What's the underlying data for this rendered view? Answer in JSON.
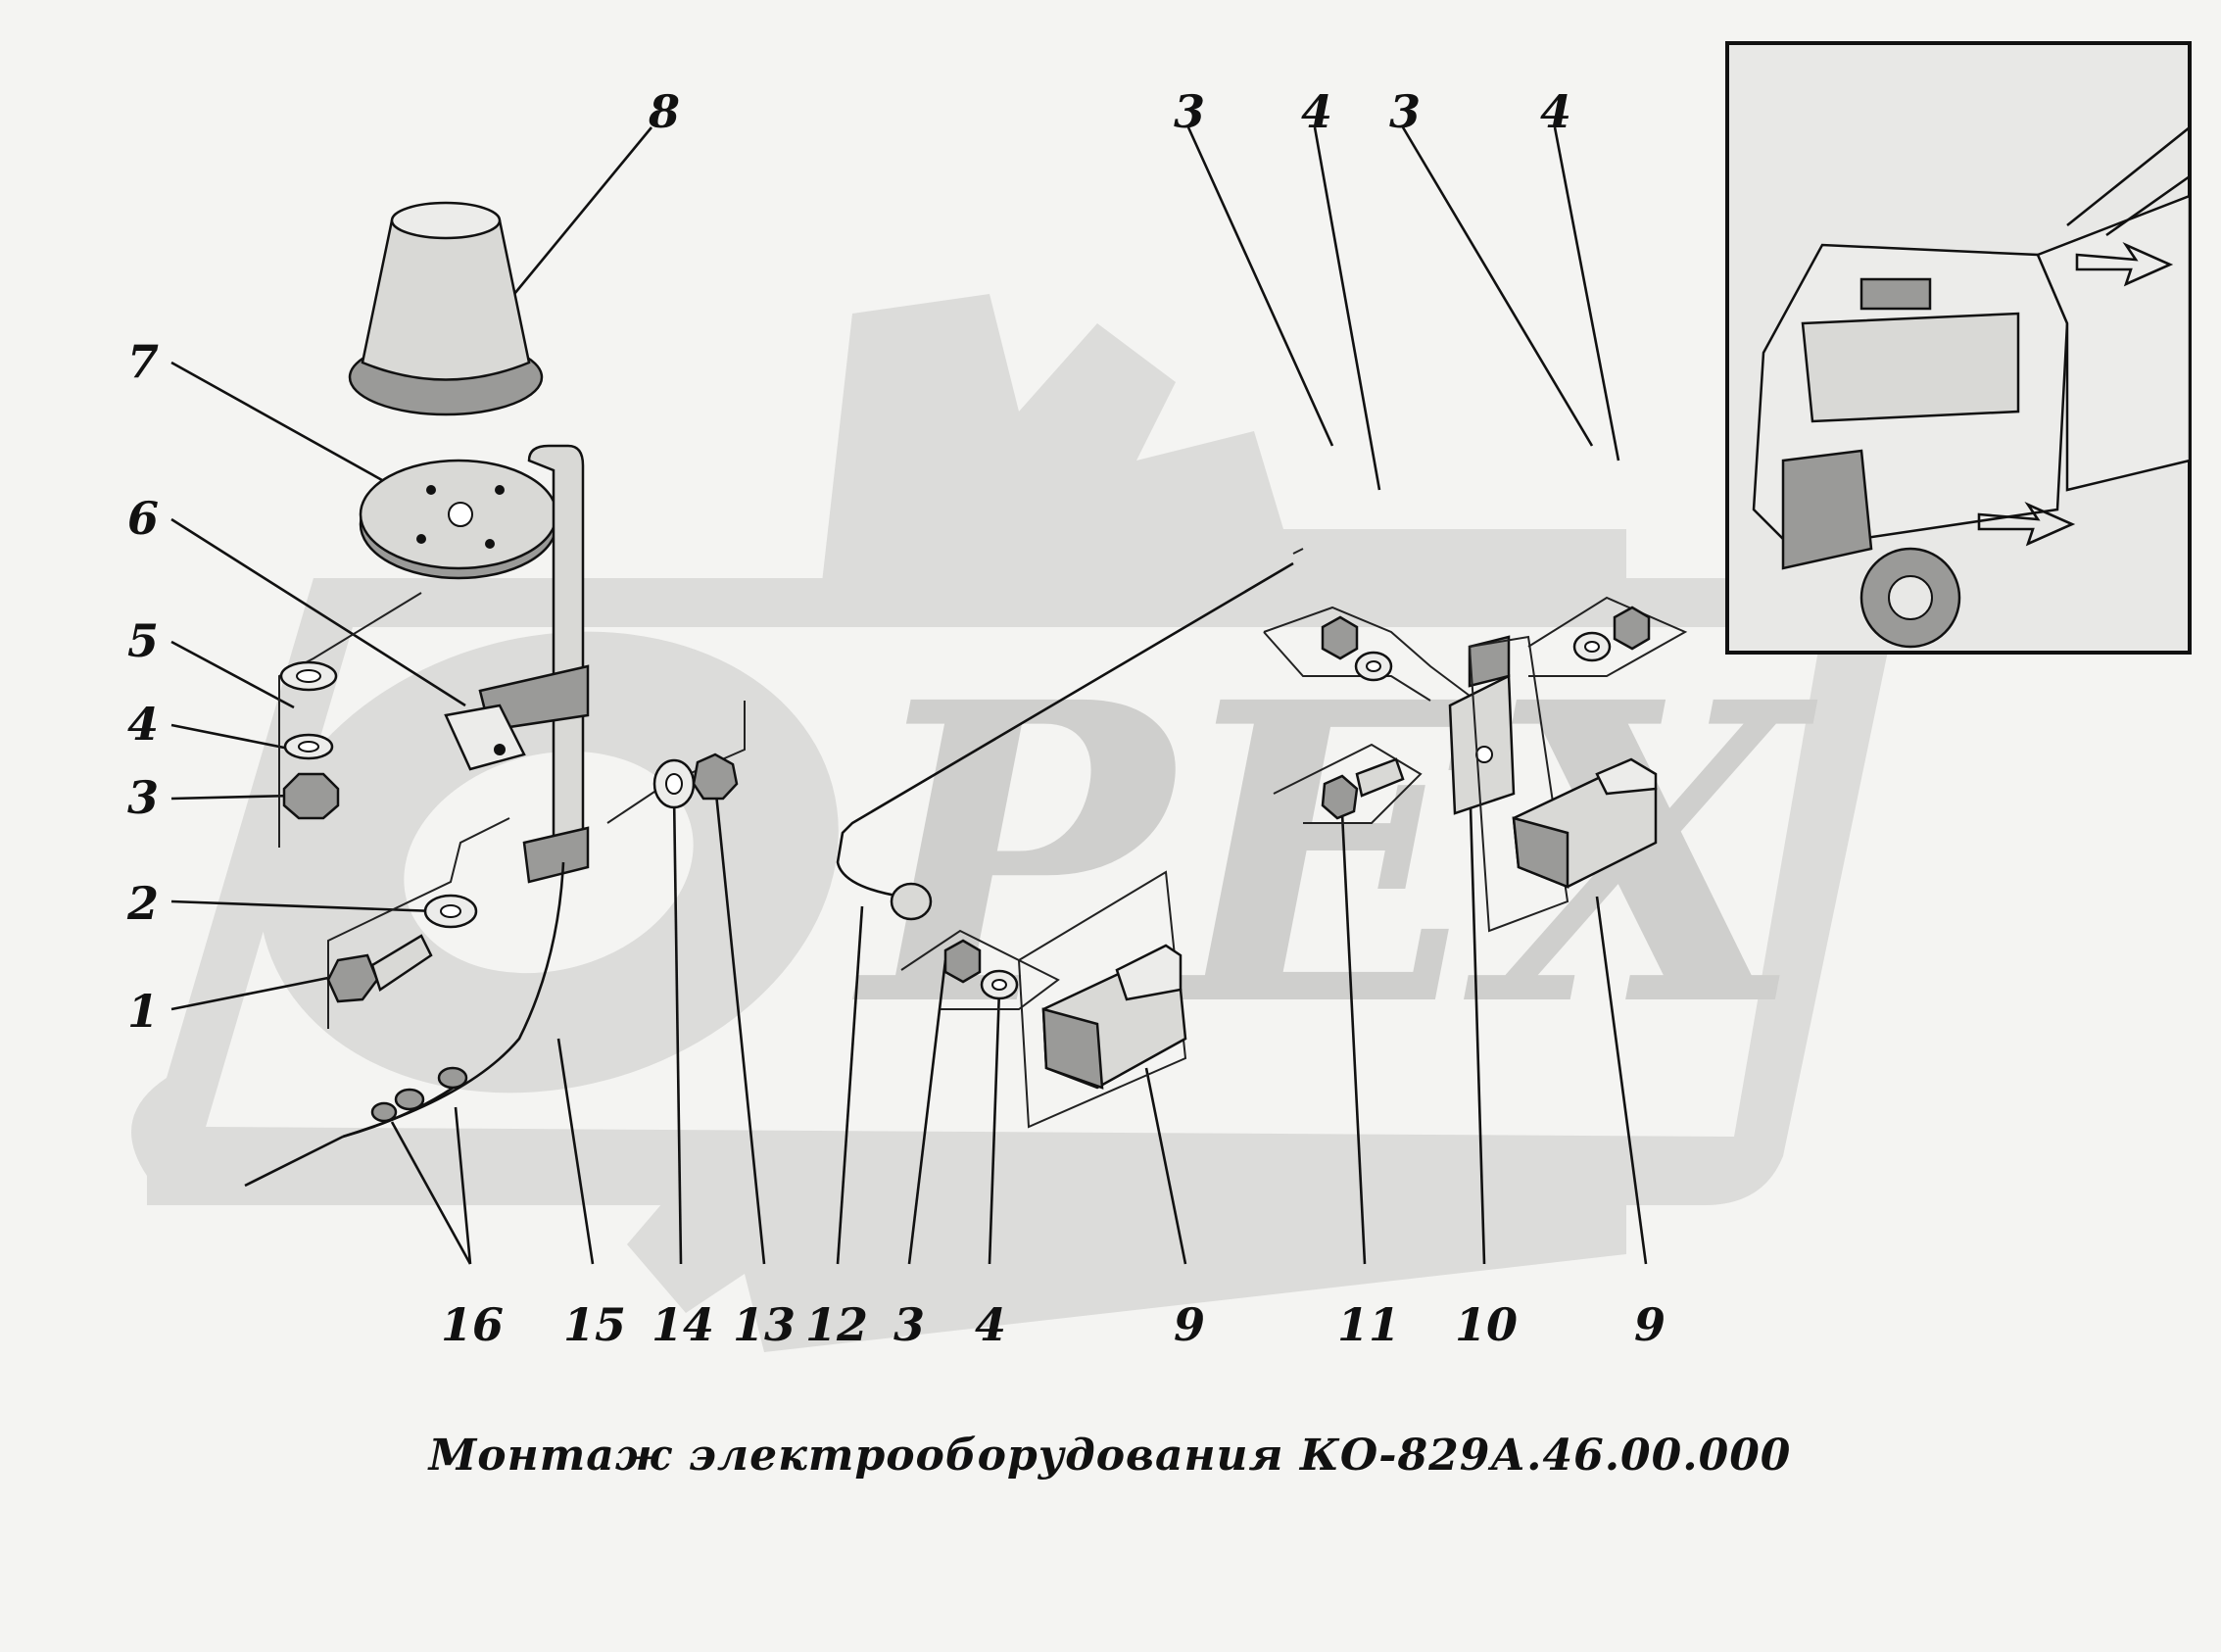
{
  "caption": "Монтаж электрооборудования КО-829А.46.00.000",
  "watermark": {
    "letters": "PEX",
    "color": "#dcdcda"
  },
  "callouts": [
    {
      "id": "c1",
      "label": "1"
    },
    {
      "id": "c2",
      "label": "2"
    },
    {
      "id": "c3a",
      "label": "3"
    },
    {
      "id": "c4a",
      "label": "4"
    },
    {
      "id": "c5",
      "label": "5"
    },
    {
      "id": "c6",
      "label": "6"
    },
    {
      "id": "c7",
      "label": "7"
    },
    {
      "id": "c8",
      "label": "8"
    },
    {
      "id": "c3b",
      "label": "3"
    },
    {
      "id": "c4b",
      "label": "4"
    },
    {
      "id": "c3c",
      "label": "3"
    },
    {
      "id": "c4c",
      "label": "4"
    },
    {
      "id": "c16",
      "label": "16"
    },
    {
      "id": "c15",
      "label": "15"
    },
    {
      "id": "c14",
      "label": "14"
    },
    {
      "id": "c13",
      "label": "13"
    },
    {
      "id": "c12",
      "label": "12"
    },
    {
      "id": "c3d",
      "label": "3"
    },
    {
      "id": "c4d",
      "label": "4"
    },
    {
      "id": "c9a",
      "label": "9"
    },
    {
      "id": "c11",
      "label": "11"
    },
    {
      "id": "c10",
      "label": "10"
    },
    {
      "id": "c9b",
      "label": "9"
    }
  ]
}
